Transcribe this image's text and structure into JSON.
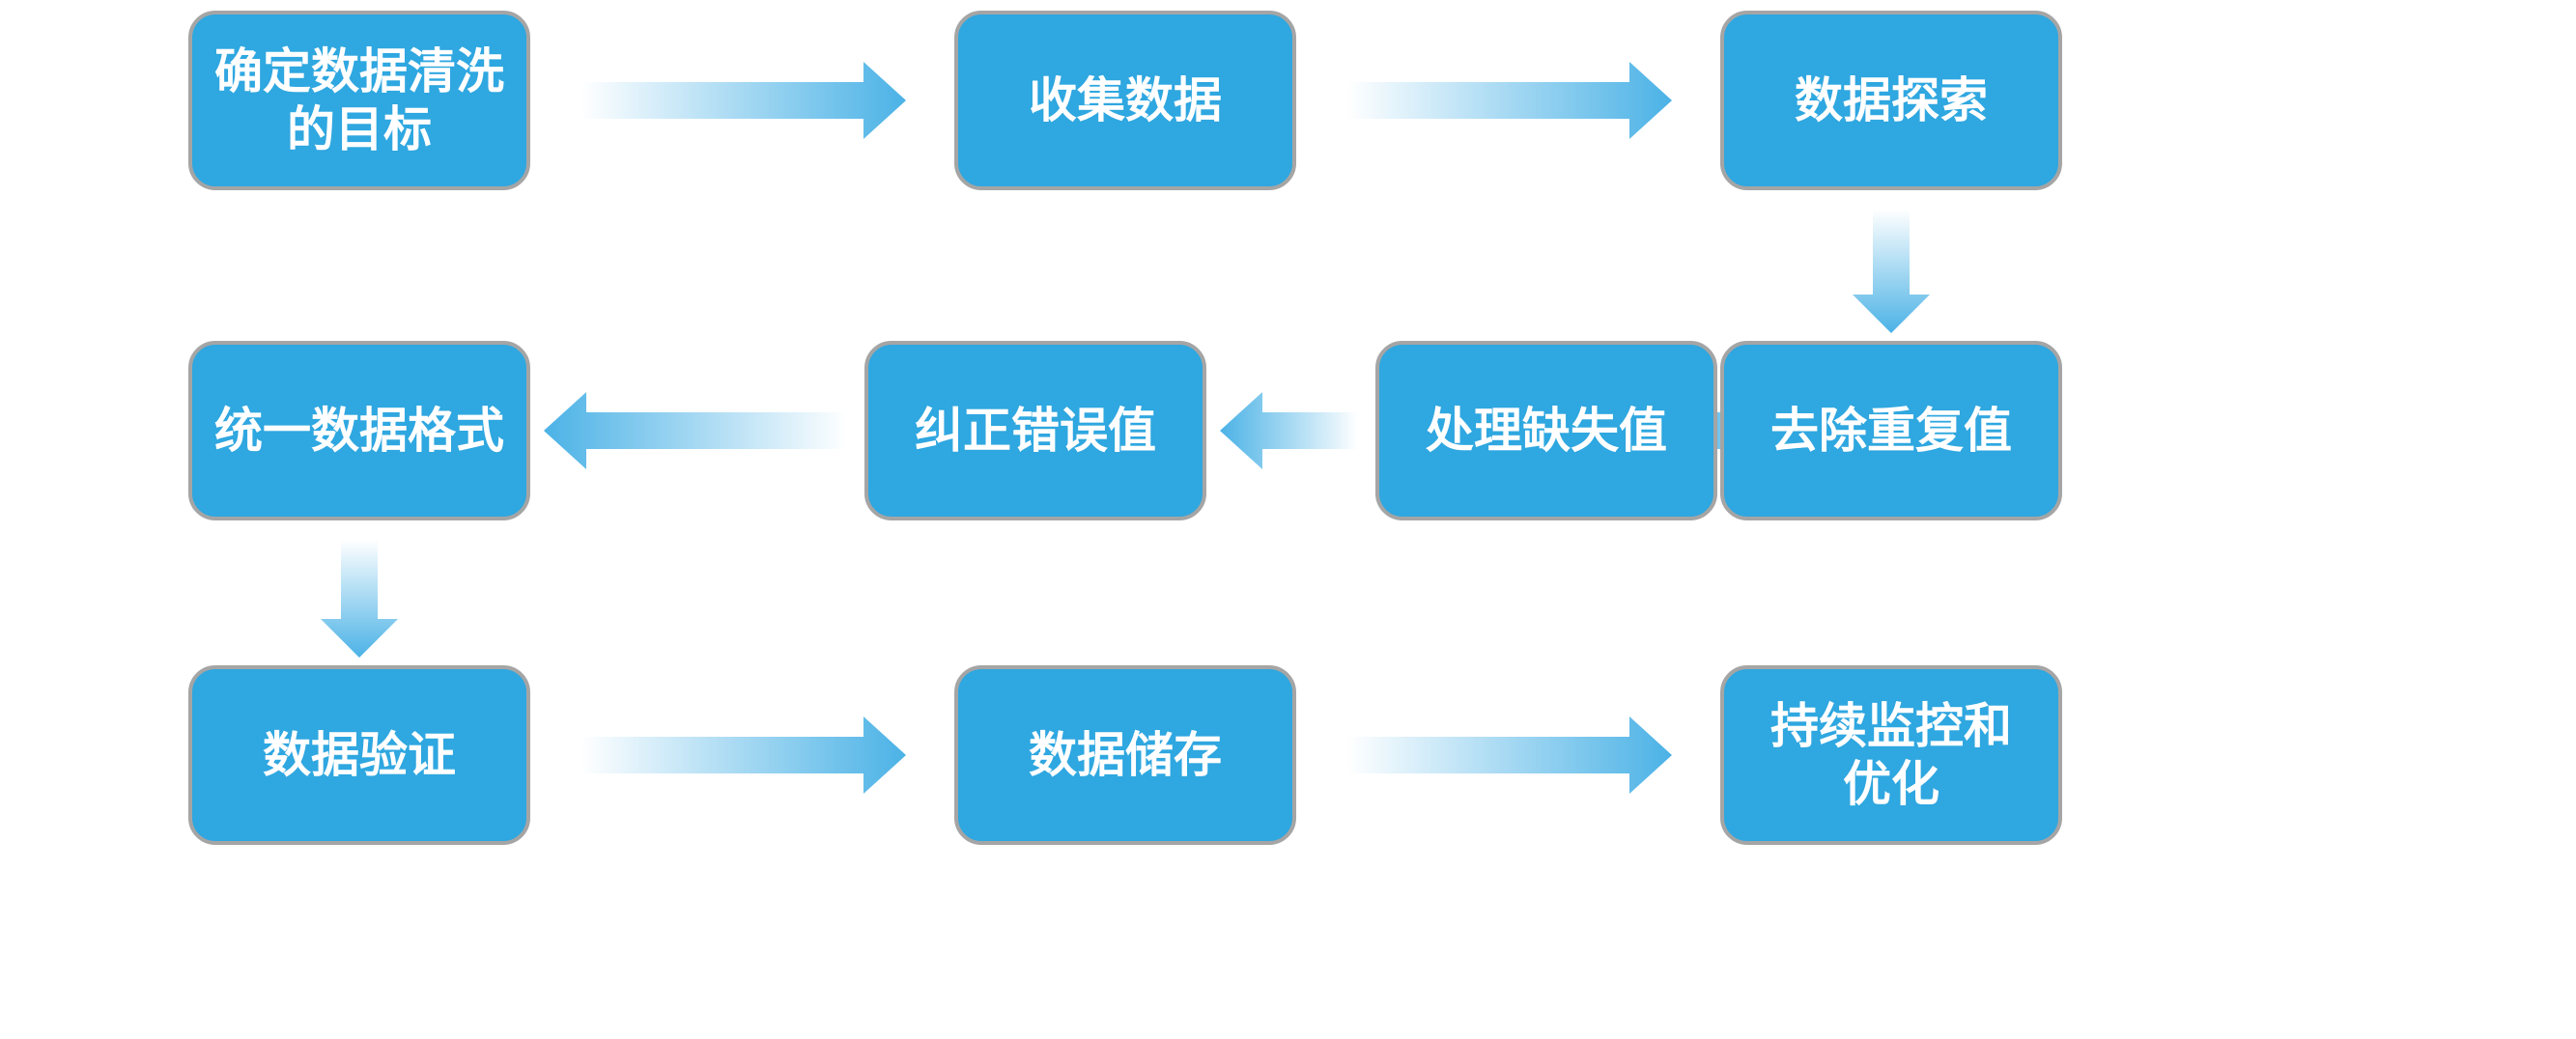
{
  "diagram": {
    "colors": {
      "node_fill": "#2FA7E0",
      "node_border": "#A5A5A5",
      "node_text": "#FFFFFF",
      "arrow": "#4BB2E6"
    },
    "nodes": [
      {
        "id": "n1",
        "lines": [
          "确定数据清洗",
          "的目标"
        ]
      },
      {
        "id": "n2",
        "lines": [
          "收集数据"
        ]
      },
      {
        "id": "n3",
        "lines": [
          "数据探索"
        ]
      },
      {
        "id": "n4",
        "lines": [
          "去除重复值"
        ]
      },
      {
        "id": "n5",
        "lines": [
          "处理缺失值"
        ]
      },
      {
        "id": "n6",
        "lines": [
          "纠正错误值"
        ]
      },
      {
        "id": "n7",
        "lines": [
          "统一数据格式"
        ]
      },
      {
        "id": "n8",
        "lines": [
          "数据验证"
        ]
      },
      {
        "id": "n9",
        "lines": [
          "数据储存"
        ]
      },
      {
        "id": "n10",
        "lines": [
          "持续监控和",
          "优化"
        ]
      }
    ],
    "edges": [
      {
        "from": "n1",
        "to": "n2"
      },
      {
        "from": "n2",
        "to": "n3"
      },
      {
        "from": "n3",
        "to": "n4"
      },
      {
        "from": "n4",
        "to": "n5"
      },
      {
        "from": "n5",
        "to": "n6"
      },
      {
        "from": "n6",
        "to": "n7"
      },
      {
        "from": "n7",
        "to": "n8"
      },
      {
        "from": "n8",
        "to": "n9"
      },
      {
        "from": "n9",
        "to": "n10"
      }
    ]
  }
}
